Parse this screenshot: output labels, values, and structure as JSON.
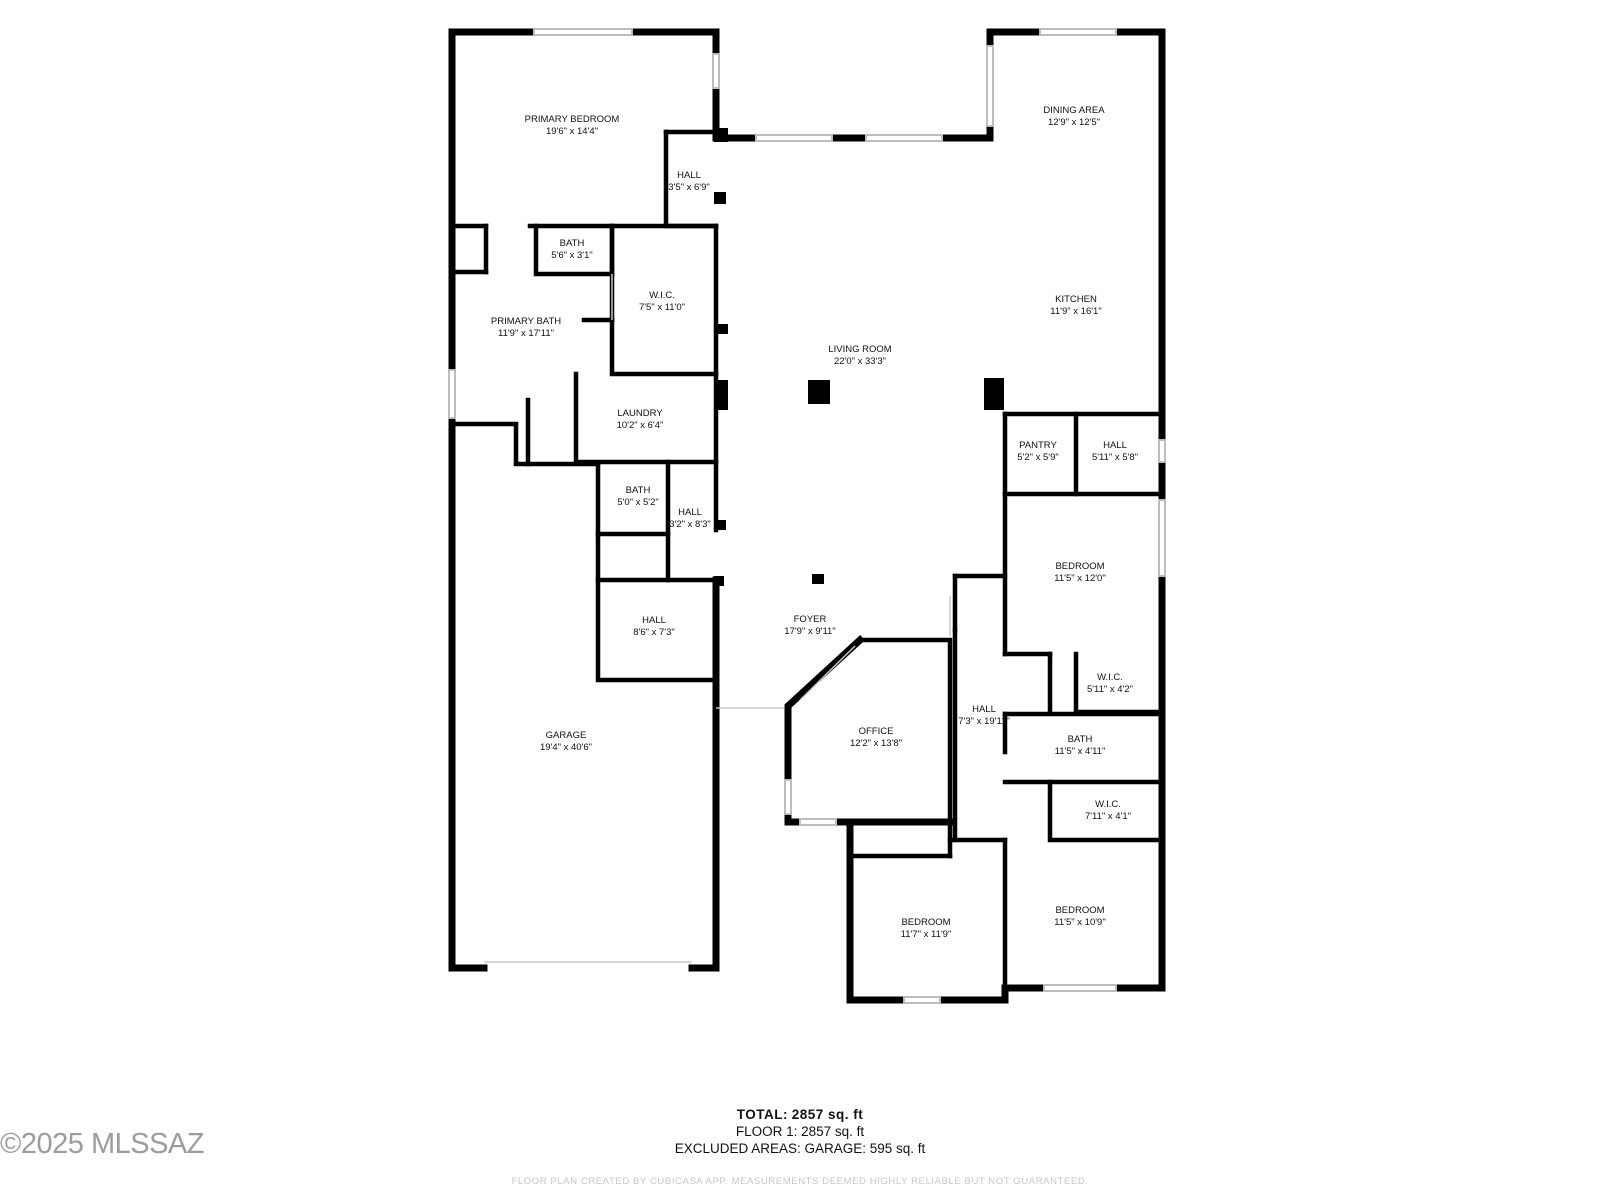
{
  "colors": {
    "wall": "#000000",
    "window": "#bdbdbd",
    "background": "#ffffff",
    "text": "#111111",
    "disclaimer": "#c7c7c7",
    "watermark": "#9c9c9c"
  },
  "rooms": [
    {
      "id": "primary-bedroom",
      "name": "PRIMARY BEDROOM",
      "dims": "19'6\" x 14'4\""
    },
    {
      "id": "hall-1",
      "name": "HALL",
      "dims": "3'5\" x 6'9\""
    },
    {
      "id": "dining-area",
      "name": "DINING AREA",
      "dims": "12'9\" x 12'5\""
    },
    {
      "id": "bath-1",
      "name": "BATH",
      "dims": "5'6\" x 3'1\""
    },
    {
      "id": "wic-1",
      "name": "W.I.C.",
      "dims": "7'5\" x 11'0\""
    },
    {
      "id": "kitchen",
      "name": "KITCHEN",
      "dims": "11'9\" x 16'1\""
    },
    {
      "id": "primary-bath",
      "name": "PRIMARY BATH",
      "dims": "11'9\" x 17'11\""
    },
    {
      "id": "living-room",
      "name": "LIVING ROOM",
      "dims": "22'0\" x 33'3\""
    },
    {
      "id": "laundry",
      "name": "LAUNDRY",
      "dims": "10'2\" x 6'4\""
    },
    {
      "id": "pantry",
      "name": "PANTRY",
      "dims": "5'2\" x 5'9\""
    },
    {
      "id": "hall-2",
      "name": "HALL",
      "dims": "5'11\" x 5'8\""
    },
    {
      "id": "bath-2",
      "name": "BATH",
      "dims": "5'0\" x 5'2\""
    },
    {
      "id": "hall-3",
      "name": "HALL",
      "dims": "3'2\" x 8'3\""
    },
    {
      "id": "bedroom-1",
      "name": "BEDROOM",
      "dims": "11'5\" x 12'0\""
    },
    {
      "id": "hall-4",
      "name": "HALL",
      "dims": "8'6\" x 7'3\""
    },
    {
      "id": "foyer",
      "name": "FOYER",
      "dims": "17'9\" x 9'11\""
    },
    {
      "id": "wic-2",
      "name": "W.I.C.",
      "dims": "5'11\" x 4'2\""
    },
    {
      "id": "hall-5",
      "name": "HALL",
      "dims": "7'3\" x 19'11\""
    },
    {
      "id": "garage",
      "name": "GARAGE",
      "dims": "19'4\" x 40'6\""
    },
    {
      "id": "office",
      "name": "OFFICE",
      "dims": "12'2\" x 13'8\""
    },
    {
      "id": "bath-3",
      "name": "BATH",
      "dims": "11'5\" x 4'11\""
    },
    {
      "id": "wic-3",
      "name": "W.I.C.",
      "dims": "7'11\" x 4'1\""
    },
    {
      "id": "bedroom-2",
      "name": "BEDROOM",
      "dims": "11'5\" x 10'9\""
    },
    {
      "id": "bedroom-3",
      "name": "BEDROOM",
      "dims": "11'7\" x 11'9\""
    }
  ],
  "summary": {
    "total_label": "TOTAL:",
    "total_value": "2857 sq. ft",
    "floor_line": "FLOOR 1: 2857 sq. ft",
    "excluded_line": "EXCLUDED AREAS: GARAGE: 595 sq. ft"
  },
  "disclaimer": "FLOOR PLAN CREATED BY CUBICASA APP. MEASUREMENTS DEEMED HIGHLY RELIABLE BUT NOT GUARANTEED.",
  "watermark": "©2025 MLSSAZ"
}
